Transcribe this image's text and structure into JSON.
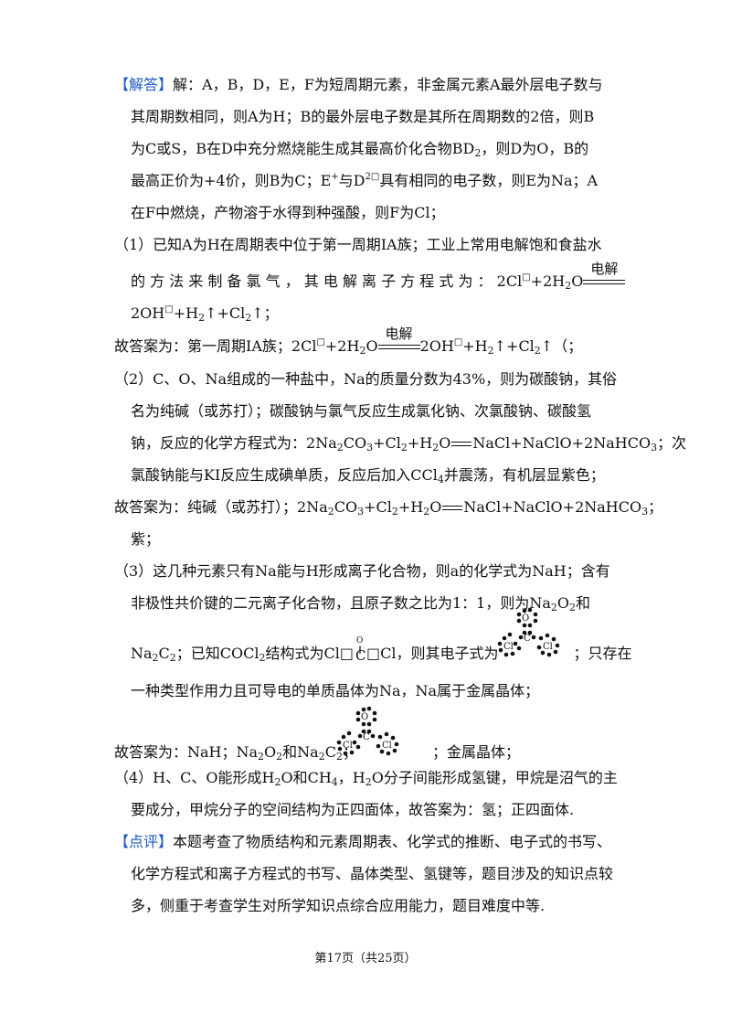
{
  "answer": {
    "tag": "【解答】",
    "line1": "解：A，B，D，E，F为短周期元素，非金属元素A最外层电子数与",
    "line2": "其周期数相同，则A为H；B的最外层电子数是其所在周期数的2倍，则B",
    "line3": "为C或S，B在D中充分燃烧能生成其最高价化合物BD",
    "line3_tail": "，则D为O，B的",
    "line4a": "最高正价为+4价，则B为C；E",
    "line4b": "与D",
    "line4c": "具有相同的电子数，则E为Na；A",
    "line5": "在F中燃烧，产物溶于水得到种强酸，则F为Cl；"
  },
  "part1": {
    "text1": "（1）已知A为H在周期表中位于第一周期IA族；工业上常用电解饱和食盐水",
    "text2": "的 方 法 来 制 备 氯 气 ， 其 电 解 离 子 方 程 式 为 ：",
    "eq_left": "2Cl",
    "electrolysis": "电解",
    "eq_right_line": "2OH",
    "answer_prefix": "故答案为：第一周期IA族；",
    "answer_tail": "（；"
  },
  "part2": {
    "text1": "（2）C、O、Na组成的一种盐中，Na的质量分数为43%，则为碳酸钠，其俗",
    "text2": "名为纯碱（或苏打）；碳酸钠与氯气反应生成氯化钠、次氯酸钠、碳酸氢",
    "text3_pre": "钠，反应的化学方程式为：",
    "text3_tail": "；次",
    "text4": "氯酸钠能与KI反应生成碘单质，反应后加入CCl",
    "text4_tail": "并震荡，有机层显紫色；",
    "answer_prefix": "故答案为：纯碱（或苏打）；",
    "answer_end": "紫；"
  },
  "part3": {
    "text1": "（3）这几种元素只有Na能与H形成离子化合物，则a的化学式为NaH；含有",
    "text2": "非极性共价键的二元离子化合物，且原子数之比为1：1，则为Na",
    "text2_mid": "O",
    "text2_tail": "和",
    "text3a": "；已知COCl",
    "text3b": "结构式为Cl",
    "text3c": "Cl，则其电子式为",
    "text3d": "；只存在",
    "text4": "一种类型作用力且可导电的单质晶体为Na，Na属于金属晶体；",
    "answer_prefix": "故答案为：NaH；Na",
    "answer_mid": "和Na",
    "answer_tail": "；金属晶体；"
  },
  "part4": {
    "text1": "（4）H、C、O能形成H",
    "text1b": "O和CH",
    "text1c": "，H",
    "text1d": "O分子间能形成氢键，甲烷是沼气的主",
    "text2": "要成分，甲烷分子的空间结构为正四面体，故答案为：氢；正四面体."
  },
  "comment": {
    "tag": "【点评】",
    "line1": "本题考查了物质结构和元素周期表、化学式的推断、电子式的书写、",
    "line2": "化学方程式和离子方程式的书写、晶体类型、氢键等，题目涉及的知识点较",
    "line3": "多，侧重于考查学生对所学知识点综合应用能力，题目难度中等."
  },
  "footer": {
    "text": "第17页（共25页）"
  }
}
